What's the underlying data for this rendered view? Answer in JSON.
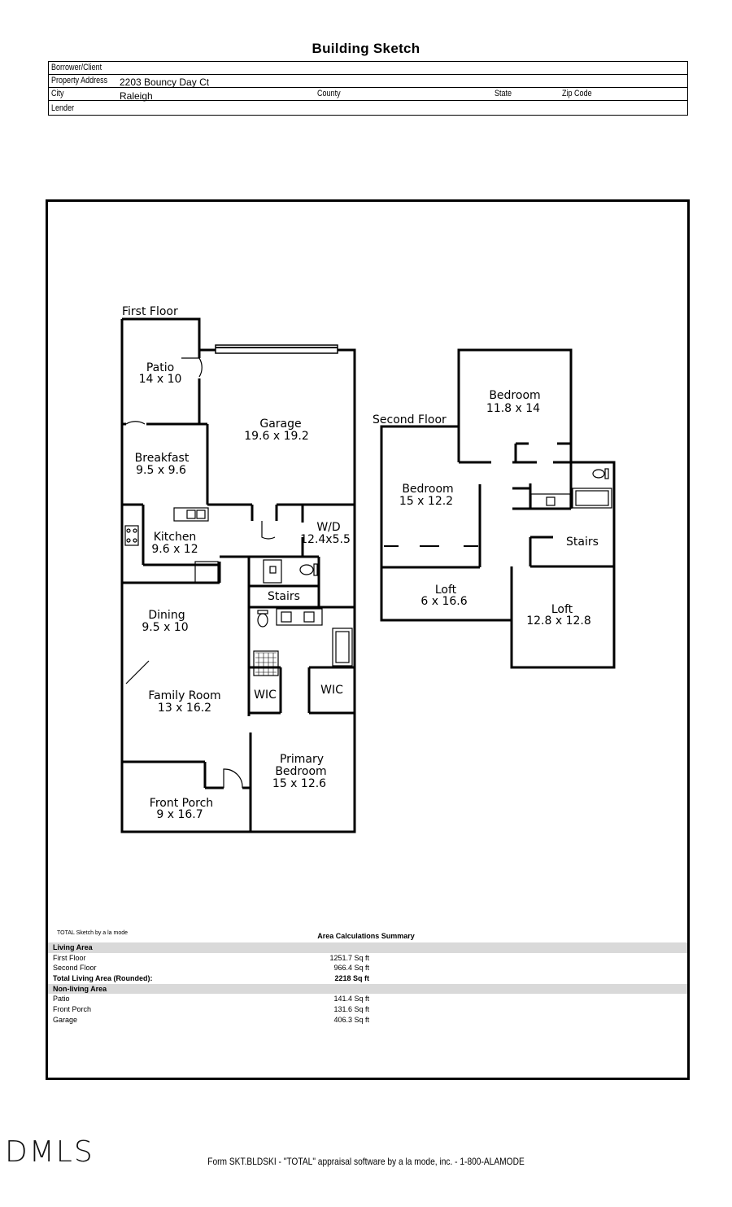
{
  "title": "Building Sketch",
  "header": {
    "borrower_label": "Borrower/Client",
    "address_label": "Property Address",
    "address_value": "2203 Bouncy Day Ct",
    "city_label": "City",
    "city_value": "Raleigh",
    "county_label": "County",
    "state_label": "State",
    "zip_label": "Zip Code",
    "lender_label": "Lender"
  },
  "plan": {
    "first_floor_label": "First Floor",
    "second_floor_label": "Second Floor",
    "rooms": {
      "patio": {
        "name": "Patio",
        "dims": "14 x 10"
      },
      "garage": {
        "name": "Garage",
        "dims": "19.6 x 19.2"
      },
      "breakfast": {
        "name": "Breakfast",
        "dims": "9.5 x 9.6"
      },
      "kitchen": {
        "name": "Kitchen",
        "dims": "9.6 x 12"
      },
      "wd": {
        "name": "W/D",
        "dims": "12.4x5.5"
      },
      "stairs1": {
        "name": "Stairs"
      },
      "dining": {
        "name": "Dining",
        "dims": "9.5 x 10"
      },
      "family": {
        "name": "Family Room",
        "dims": "13 x 16.2"
      },
      "wic1": {
        "name": "WIC"
      },
      "wic2": {
        "name": "WIC"
      },
      "primary": {
        "name1": "Primary",
        "name2": "Bedroom",
        "dims": "15 x 12.6"
      },
      "porch": {
        "name": "Front Porch",
        "dims": "9 x 16.7"
      },
      "bed_top": {
        "name": "Bedroom",
        "dims": "11.8 x 14"
      },
      "bed_left": {
        "name": "Bedroom",
        "dims": "15 x 12.2"
      },
      "stairs2": {
        "name": "Stairs"
      },
      "loft1": {
        "name": "Loft",
        "dims": "6 x 16.6"
      },
      "loft2": {
        "name": "Loft",
        "dims": "12.8 x 12.8"
      }
    }
  },
  "sketch_credit": "TOTAL Sketch by a la mode",
  "area_summary": {
    "title": "Area Calculations Summary",
    "living_header": "Living Area",
    "living": [
      {
        "name": "First Floor",
        "value": "1251.7 Sq ft"
      },
      {
        "name": "Second Floor",
        "value": "966.4 Sq ft"
      }
    ],
    "total": {
      "name": "Total Living Area (Rounded):",
      "value": "2218 Sq ft"
    },
    "nonliving_header": "Non-living Area",
    "nonliving": [
      {
        "name": "Patio",
        "value": "141.4 Sq ft"
      },
      {
        "name": "Front Porch",
        "value": "131.6 Sq ft"
      },
      {
        "name": "Garage",
        "value": "406.3 Sq ft"
      }
    ]
  },
  "logo": "DMLS",
  "footer": "Form SKT.BLDSKI - \"TOTAL\" appraisal software by a la mode, inc. - 1-800-ALAMODE"
}
